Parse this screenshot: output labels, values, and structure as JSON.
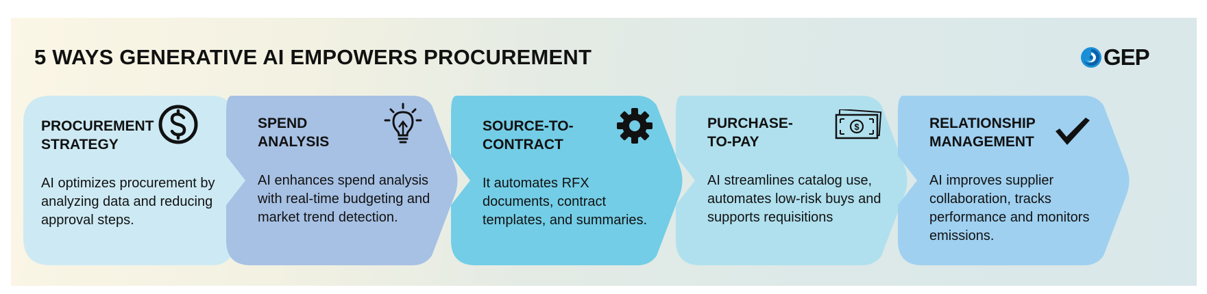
{
  "title": "5 WAYS GENERATIVE AI EMPOWERS PROCUREMENT",
  "logo": {
    "text": "GEP",
    "icon": "gep-swirl-logo"
  },
  "steps": [
    {
      "title": "PROCUREMENT\nSTRATEGY",
      "description": "AI optimizes procurement by analyzing data and reducing approval steps.",
      "icon": "dollar-circle-icon",
      "color": "#cdeaf4"
    },
    {
      "title": "SPEND\nANALYSIS",
      "description": "AI enhances spend analysis with real-time budgeting and market trend detection.",
      "icon": "lightbulb-icon",
      "color": "#a7c1e4"
    },
    {
      "title": "SOURCE-TO-\nCONTRACT",
      "description": "It automates RFX documents, contract templates, and summaries.",
      "icon": "gear-icon",
      "color": "#73cde6"
    },
    {
      "title": "PURCHASE-\nTO-PAY",
      "description": "AI streamlines catalog use, automates low-risk buys and supports requisitions",
      "icon": "money-bill-icon",
      "color": "#b0e0ee"
    },
    {
      "title": "RELATIONSHIP\nMANAGEMENT",
      "description": "AI improves supplier collaboration, tracks performance and monitors emissions.",
      "icon": "checkmark-icon",
      "color": "#9fd0f0"
    }
  ]
}
